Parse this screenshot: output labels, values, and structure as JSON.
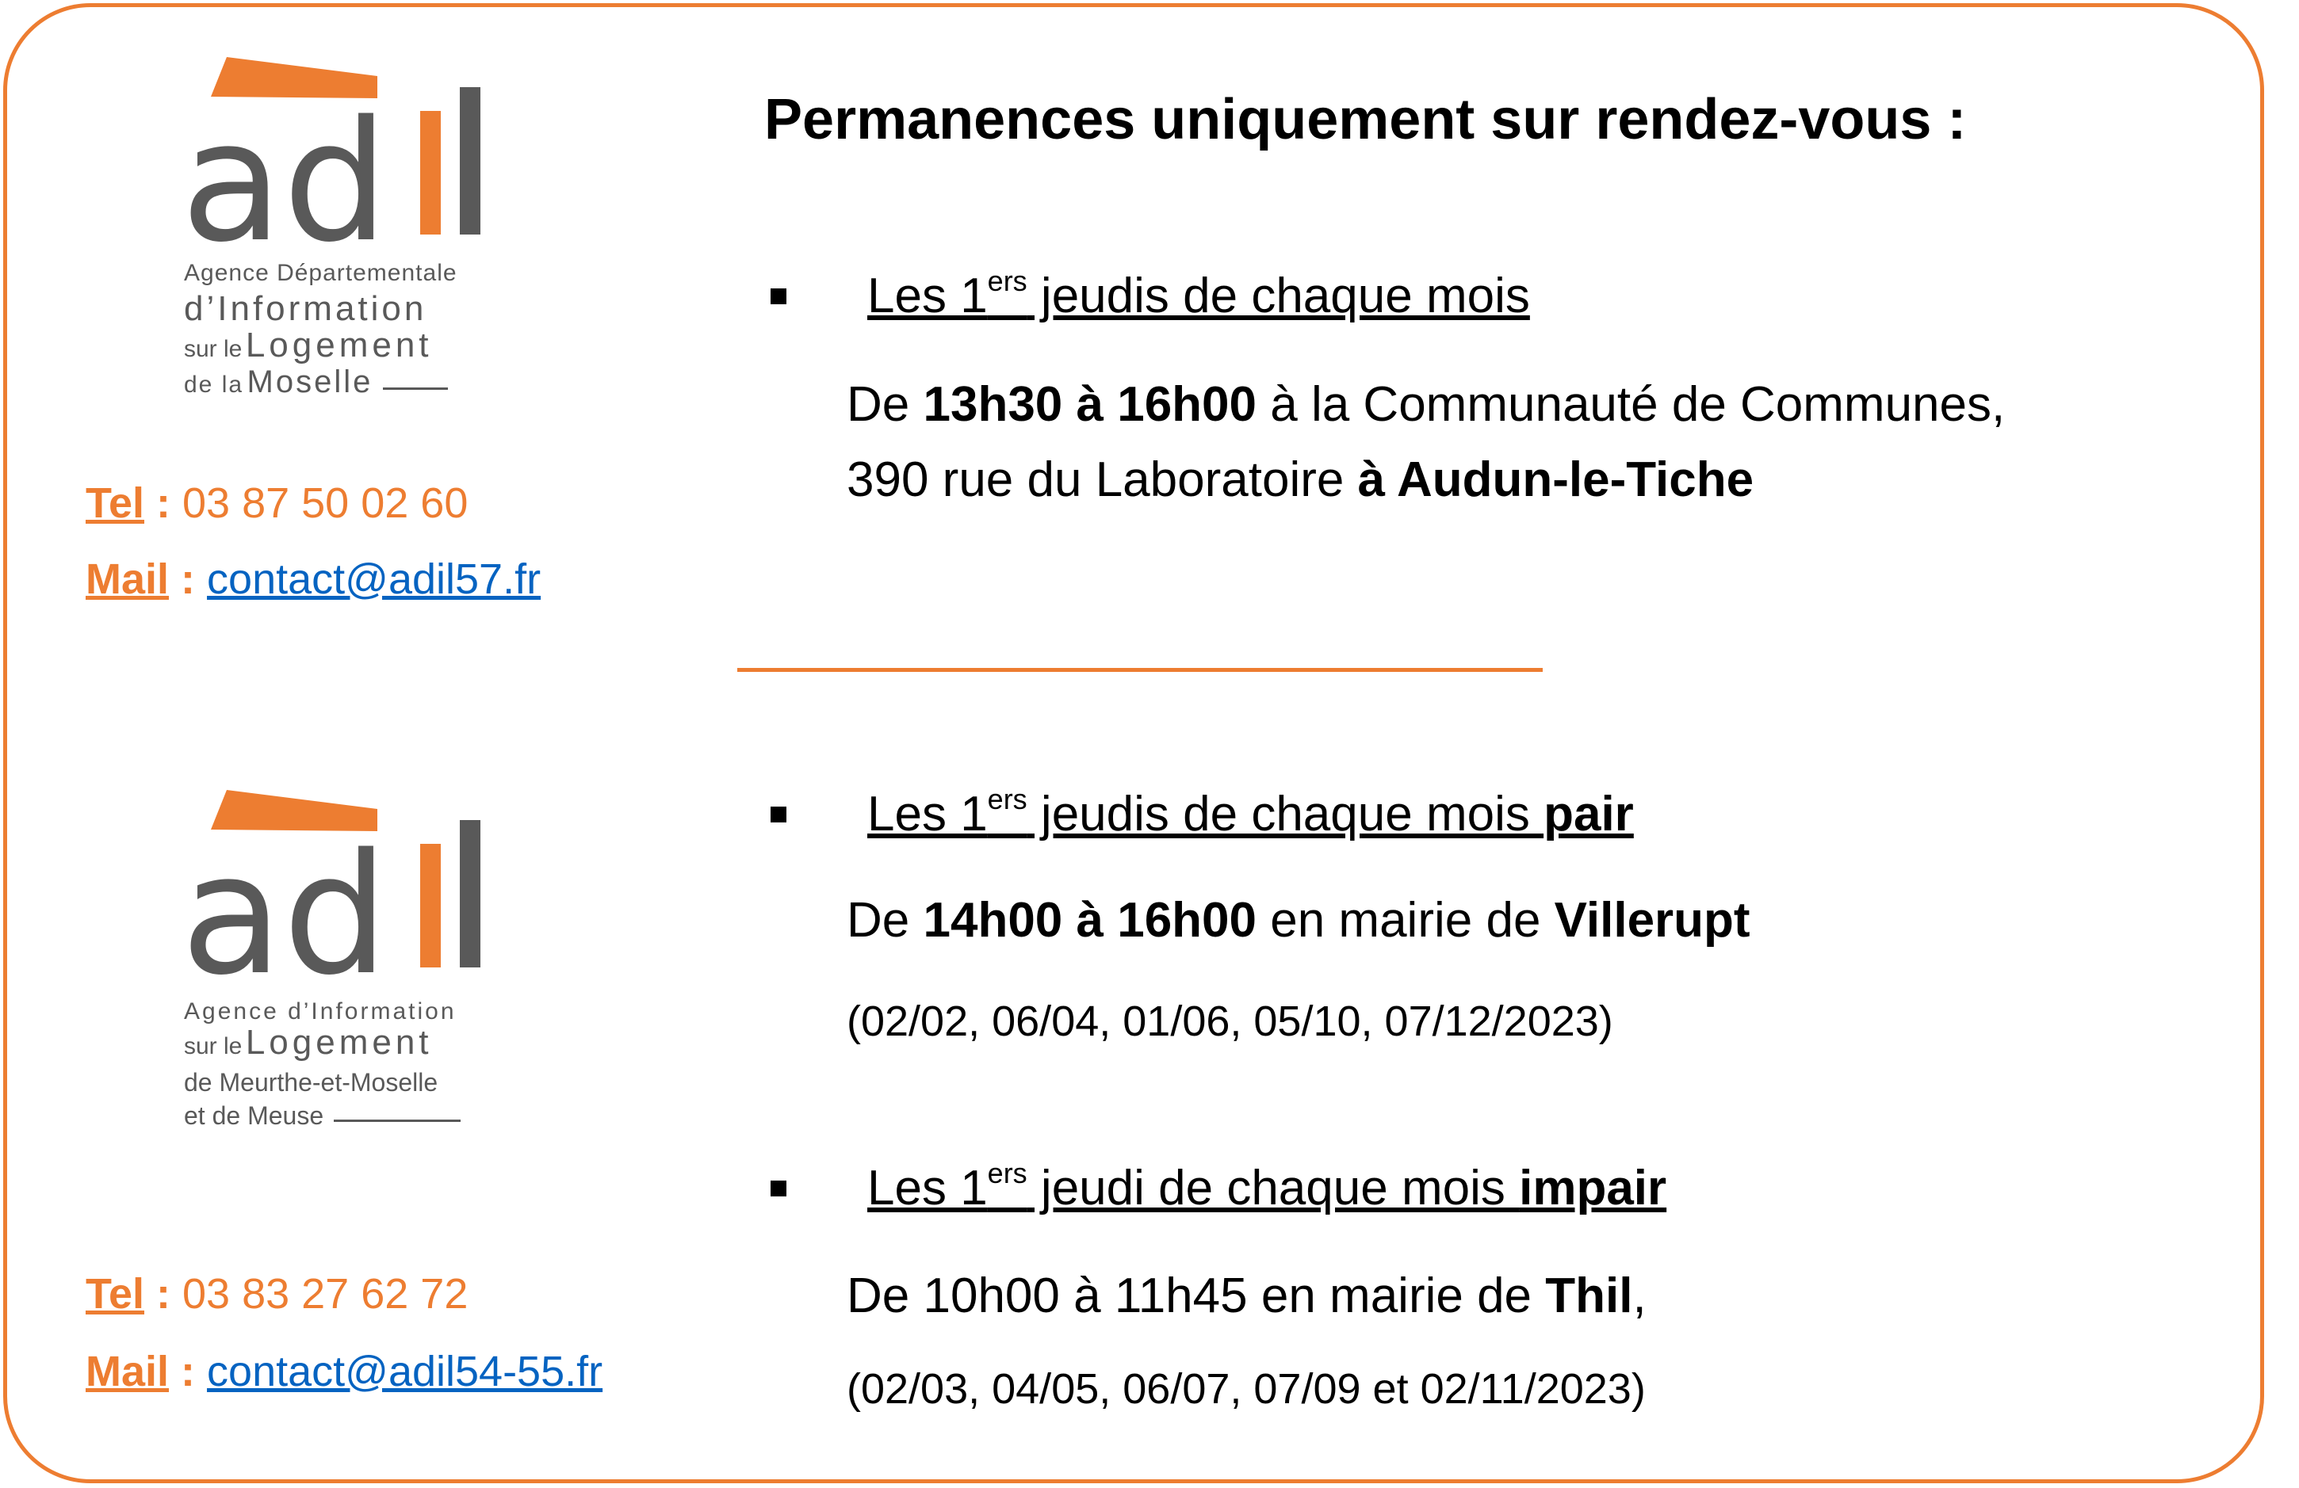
{
  "heading": "Permanences uniquement sur rendez-vous :",
  "logo1": {
    "wordmark": "adil",
    "line1": "Agence Départementale",
    "line2": "d’Information",
    "line3_small": "sur le",
    "line3_big": "Logement",
    "line4_small": "de la",
    "line4_big": "Moselle"
  },
  "contact1": {
    "tel_label": "Tel",
    "tel": "03 87 50 02 60",
    "mail_label": "Mail",
    "mail": "contact@adil57.fr"
  },
  "logo2": {
    "wordmark": "adil",
    "line1": "Agence d’Information",
    "line2_small": "sur le",
    "line2_big": "Logement",
    "line3": "de Meurthe-et-Moselle",
    "line4": "et  de Meuse"
  },
  "contact2": {
    "tel_label": "Tel",
    "tel": "03 83 27 62 72",
    "mail_label": "Mail",
    "mail": "contact@adil54-55.fr"
  },
  "block1": {
    "title_pre": "Les 1",
    "title_sup": "ers",
    "title_post": " jeudis de chaque mois ",
    "line1_a": "De ",
    "line1_b": "13h30 à 16h00",
    "line1_c": " à la Communauté de Communes,",
    "line2_a": "390 rue du Laboratoire ",
    "line2_b": "à Audun-le-Tiche"
  },
  "block2": {
    "title_pre": "Les 1",
    "title_sup": "ers",
    "title_post": " jeudis de chaque mois ",
    "title_bold": "pair",
    "line1_a": "De ",
    "line1_b": "14h00 à 16h00",
    "line1_c": " en mairie de ",
    "line1_d": "Villerupt",
    "dates": "(02/02, 06/04, 01/06, 05/10, 07/12/2023)"
  },
  "block3": {
    "title_pre": "Les 1",
    "title_sup": "ers",
    "title_post": " jeudi de chaque mois ",
    "title_bold": "impair",
    "line1_a": "De 10h00 à 11h45 en mairie de ",
    "line1_b": "Thil",
    "line1_c": ",",
    "dates": "(02/03, 04/05, 06/07, 07/09 et 02/11/2023)"
  },
  "colors": {
    "accent": "#ED7D31",
    "logo_grey": "#595959",
    "link": "#0563C1"
  }
}
